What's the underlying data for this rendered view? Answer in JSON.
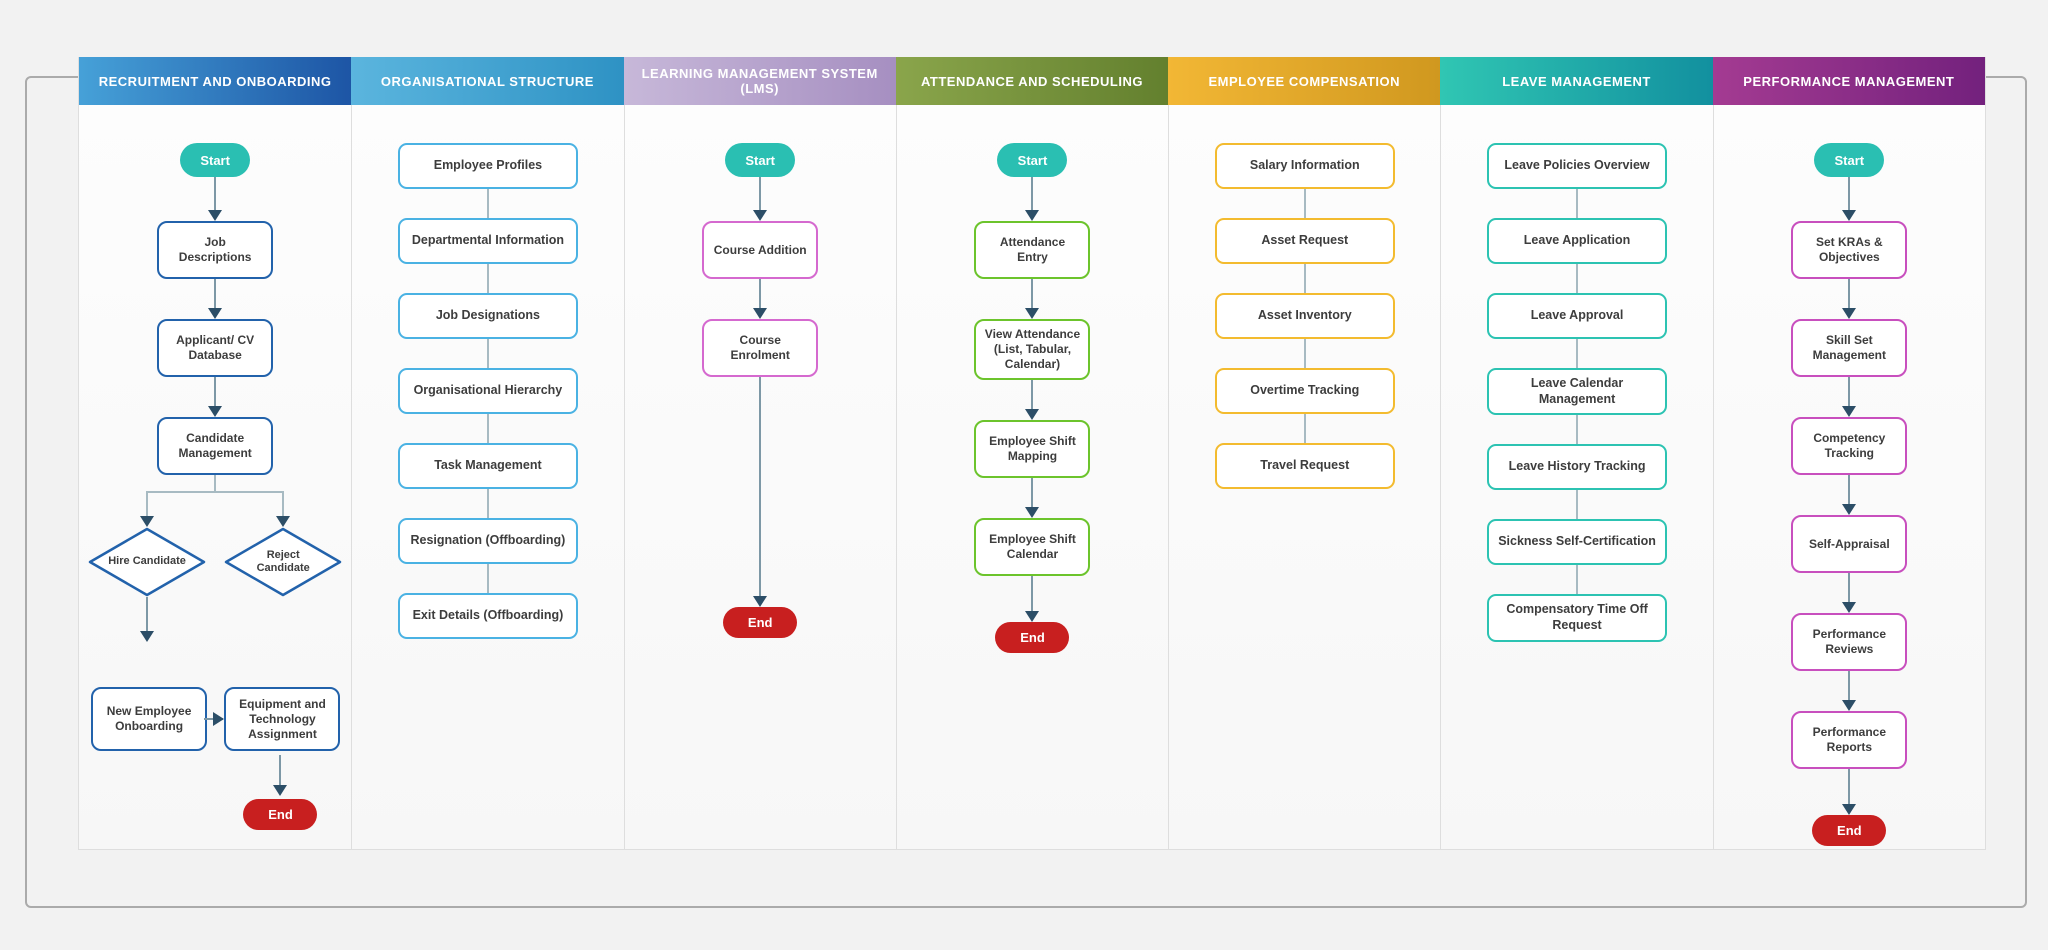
{
  "diagram": {
    "start_label": "Start",
    "end_label": "End",
    "colors": {
      "start_fill": "#2abfb2",
      "end_fill": "#c81f1f",
      "arrow_line": "#7d98a6",
      "arrow_head": "#2c4e67",
      "plain_line": "#a7bac2",
      "frame_border": "#ababab",
      "lane_divider": "#dedede",
      "page_bg": "#f2f2f2",
      "box_text": "#3d3d3d"
    },
    "lanes": [
      {
        "id": "recruitment",
        "title": "RECRUITMENT AND ONBOARDING",
        "gradient": [
          "#46a1d8",
          "#1d55a5"
        ],
        "node_border": "#2262ab",
        "connector": "arrow",
        "nodes": [
          {
            "type": "start"
          },
          {
            "type": "box",
            "label": "Job Descriptions"
          },
          {
            "type": "box",
            "label": "Applicant/ CV Database"
          },
          {
            "type": "box",
            "label": "Candidate Management"
          },
          {
            "type": "branch",
            "left": "Hire Candidate",
            "right": "Reject Candidate"
          },
          {
            "type": "hpair",
            "left": "New Employee Onboarding",
            "right": "Equipment and Technology Assignment"
          },
          {
            "type": "end"
          }
        ]
      },
      {
        "id": "org-structure",
        "title": "ORGANISATIONAL STRUCTURE",
        "gradient": [
          "#5bb5de",
          "#2e92c4"
        ],
        "node_border": "#4ab2e3",
        "connector": "line",
        "nodes": [
          {
            "type": "box",
            "label": "Employee Profiles"
          },
          {
            "type": "box",
            "label": "Departmental Information"
          },
          {
            "type": "box",
            "label": "Job Designations"
          },
          {
            "type": "box",
            "label": "Organisational Hierarchy"
          },
          {
            "type": "box",
            "label": "Task Management"
          },
          {
            "type": "box",
            "label": "Resignation (Offboarding)"
          },
          {
            "type": "box",
            "label": "Exit Details (Offboarding)"
          }
        ]
      },
      {
        "id": "lms",
        "title": "LEARNING MANAGEMENT SYSTEM (LMS)",
        "gradient": [
          "#c7b8d9",
          "#a68fc1"
        ],
        "node_border": "#d569cf",
        "connector": "arrow",
        "nodes": [
          {
            "type": "start"
          },
          {
            "type": "box",
            "label": "Course Addition"
          },
          {
            "type": "box",
            "label": "Course Enrolment"
          },
          {
            "type": "end"
          }
        ]
      },
      {
        "id": "attendance",
        "title": "ATTENDANCE AND SCHEDULING",
        "gradient": [
          "#8aa54b",
          "#63802e"
        ],
        "node_border": "#6cc42c",
        "connector": "arrow",
        "nodes": [
          {
            "type": "start"
          },
          {
            "type": "box",
            "label": "Attendance Entry"
          },
          {
            "type": "box",
            "label": "View Attendance (List, Tabular, Calendar)"
          },
          {
            "type": "box",
            "label": "Employee Shift Mapping"
          },
          {
            "type": "box",
            "label": "Employee Shift Calendar"
          },
          {
            "type": "end"
          }
        ]
      },
      {
        "id": "compensation",
        "title": "EMPLOYEE COMPENSATION",
        "gradient": [
          "#f2b735",
          "#d0981f"
        ],
        "node_border": "#f3bb2f",
        "connector": "line",
        "nodes": [
          {
            "type": "box",
            "label": "Salary Information"
          },
          {
            "type": "box",
            "label": "Asset Request"
          },
          {
            "type": "box",
            "label": "Asset Inventory"
          },
          {
            "type": "box",
            "label": "Overtime Tracking"
          },
          {
            "type": "box",
            "label": "Travel Request"
          }
        ]
      },
      {
        "id": "leave",
        "title": "LEAVE MANAGEMENT",
        "gradient": [
          "#30c6b3",
          "#12909f"
        ],
        "node_border": "#2cc3b2",
        "connector": "line",
        "nodes": [
          {
            "type": "box",
            "label": "Leave Policies Overview"
          },
          {
            "type": "box",
            "label": "Leave Application"
          },
          {
            "type": "box",
            "label": "Leave Approval"
          },
          {
            "type": "box",
            "label": "Leave Calendar Management"
          },
          {
            "type": "box",
            "label": "Leave History Tracking"
          },
          {
            "type": "box",
            "label": "Sickness Self-Certification"
          },
          {
            "type": "box",
            "label": "Compensatory Time Off Request"
          }
        ]
      },
      {
        "id": "performance",
        "title": "PERFORMANCE MANAGEMENT",
        "gradient": [
          "#a43b92",
          "#73217d"
        ],
        "node_border": "#c84fbe",
        "connector": "arrow",
        "nodes": [
          {
            "type": "start"
          },
          {
            "type": "box",
            "label": "Set KRAs & Objectives"
          },
          {
            "type": "box",
            "label": "Skill Set Management"
          },
          {
            "type": "box",
            "label": "Competency Tracking"
          },
          {
            "type": "box",
            "label": "Self-Appraisal"
          },
          {
            "type": "box",
            "label": "Performance Reviews"
          },
          {
            "type": "box",
            "label": "Performance Reports"
          },
          {
            "type": "end"
          }
        ]
      }
    ]
  }
}
